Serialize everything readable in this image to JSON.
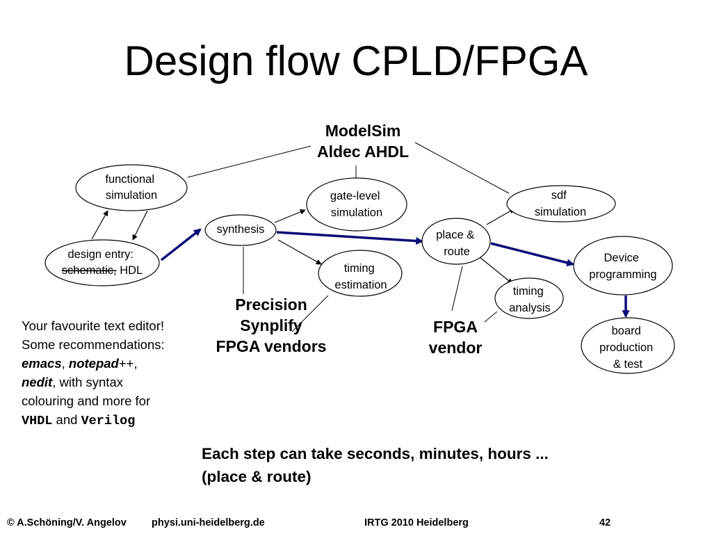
{
  "title": "Design flow CPLD/FPGA",
  "nodes": {
    "functional_simulation": [
      "functional",
      "simulation"
    ],
    "design_entry": {
      "line1": "design entry:",
      "struck": "schematic,",
      "rest": " HDL"
    },
    "synthesis": [
      "synthesis"
    ],
    "gate_level_simulation": [
      "gate-level",
      "simulation"
    ],
    "timing_estimation": [
      "timing",
      "estimation"
    ],
    "place_route": [
      "place &",
      "route"
    ],
    "sdf_simulation": [
      "sdf",
      "simulation"
    ],
    "timing_analysis": [
      "timing",
      "analysis"
    ],
    "device_programming": [
      "Device",
      "programming"
    ],
    "board_production": [
      "board",
      "production",
      "& test"
    ]
  },
  "tools": {
    "simulators": {
      "line1": "ModelSim",
      "line2": "Aldec AHDL"
    },
    "synthesis_tools": {
      "line1": "Precision",
      "line2": "Synplify",
      "line3": "FPGA vendors"
    },
    "fpga_vendor": {
      "line1": "FPGA",
      "line2": "vendor"
    }
  },
  "editor_note": {
    "line1": "Your favourite text editor!",
    "line2": "Some recommendations:",
    "emacs": "emacs",
    "sep1": ", ",
    "notepad": "notepad",
    "notepad_suffix": "++,",
    "nedit": "nedit",
    "line4_rest": ", with syntax",
    "line5": "colouring and more for",
    "vhdl": "VHDL",
    "and": " and ",
    "verilog": "Verilog"
  },
  "timing_note": {
    "line1": "Each step can take seconds, minutes, hours ...",
    "line2": "(place & route)"
  },
  "footer": {
    "author": "© A.Schöning/V. Angelov",
    "site": "physi.uni-heidelberg.de",
    "event": "IRTG 2010 Heidelberg",
    "page": "42"
  },
  "colors": {
    "flow_arrow": "#0a0a78",
    "line": "#000000"
  }
}
